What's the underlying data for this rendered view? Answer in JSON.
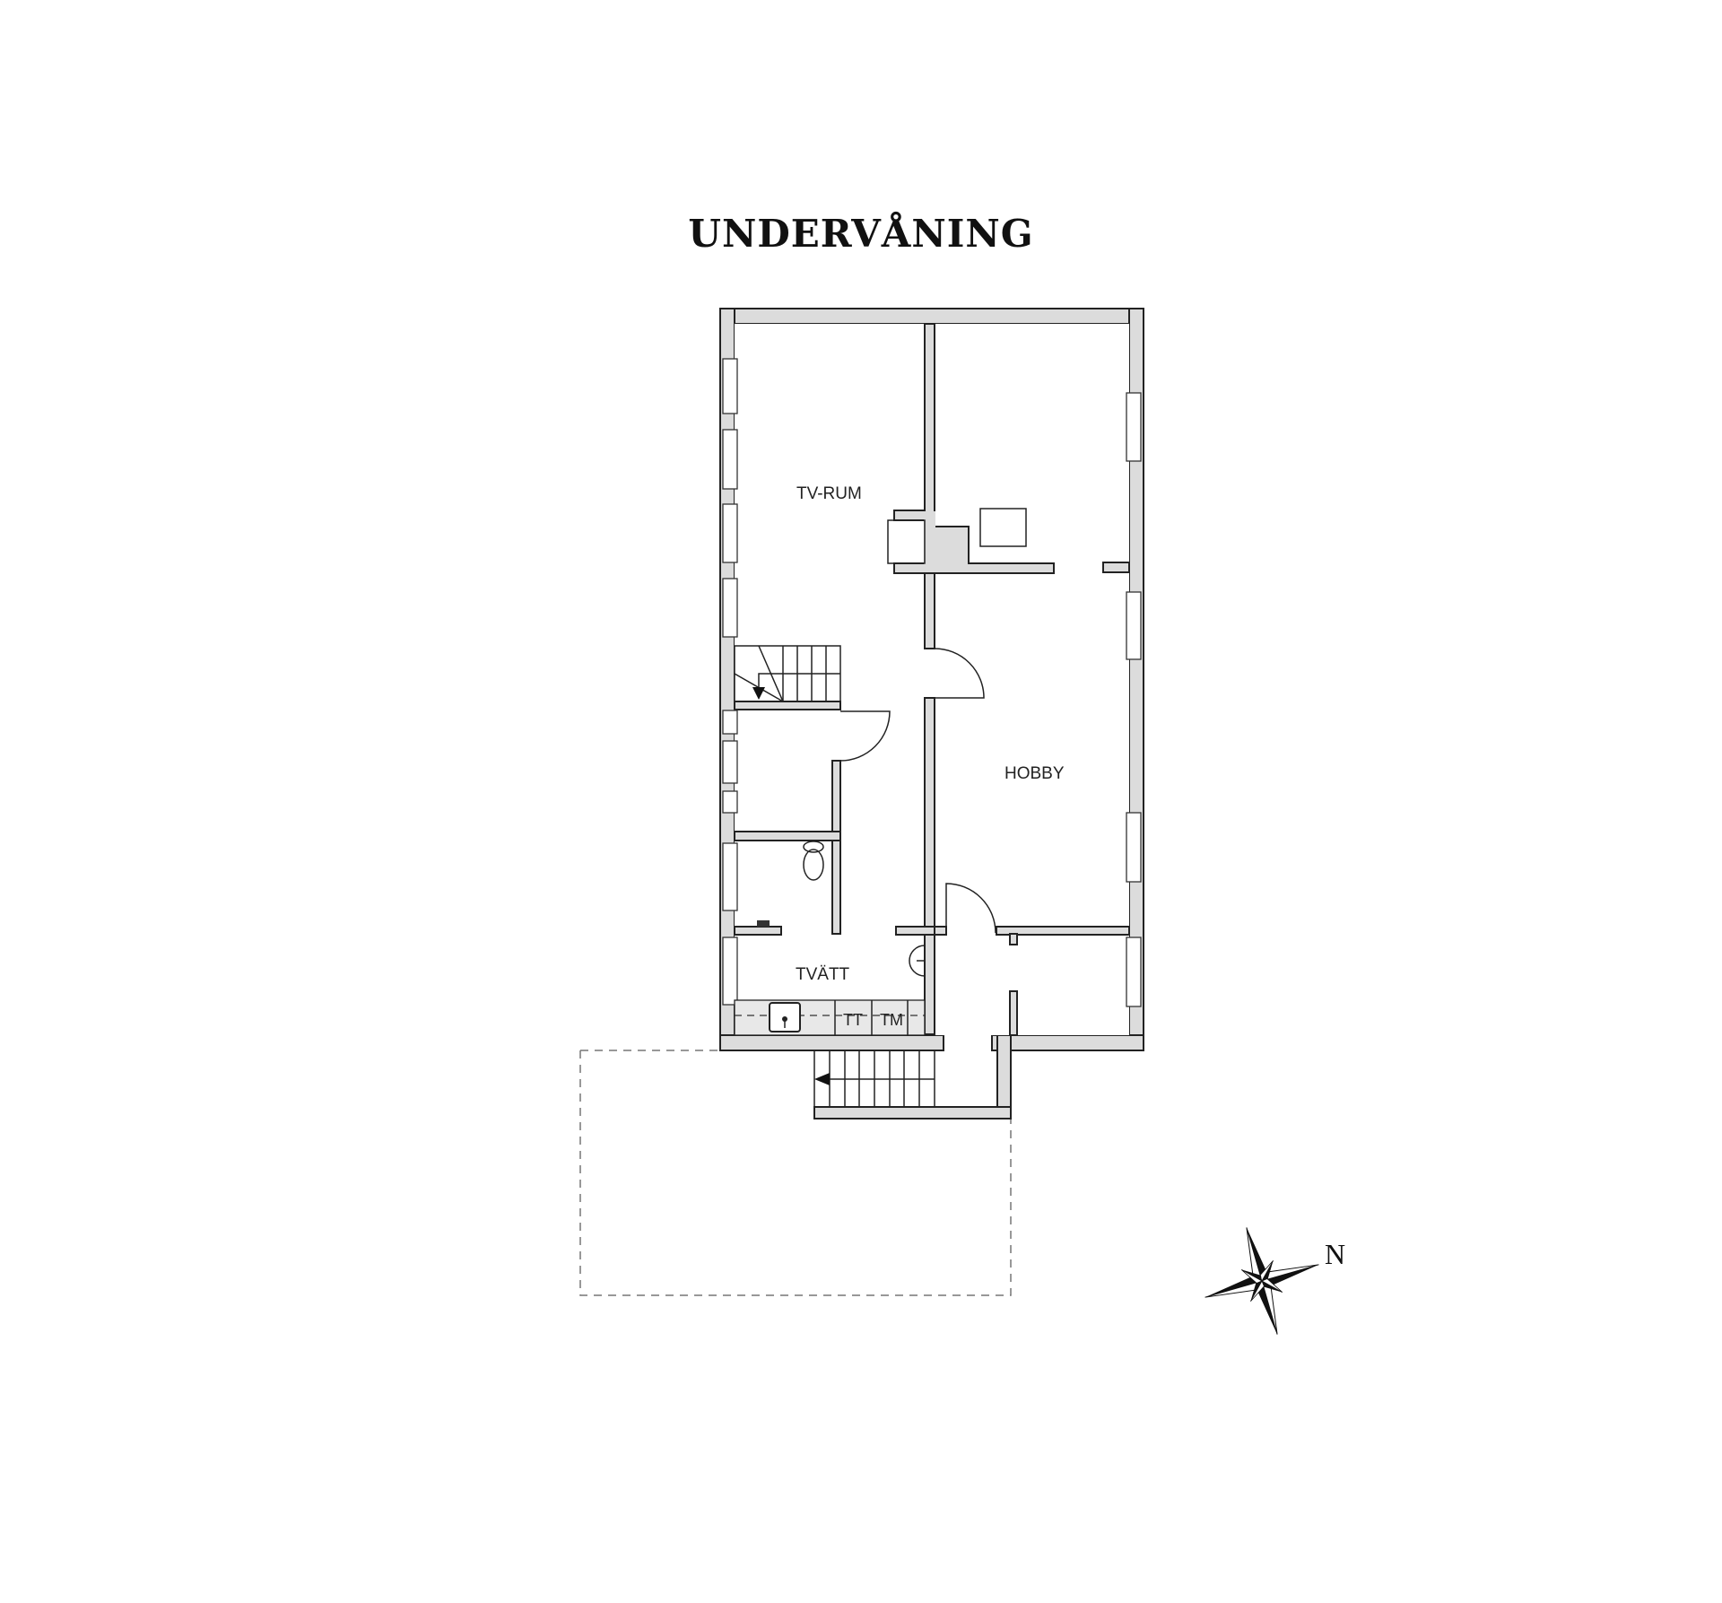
{
  "plan": {
    "title": "UNDERVÅNING",
    "rooms": [
      {
        "id": "tv-rum",
        "label": "TV-RUM"
      },
      {
        "id": "hobby",
        "label": "HOBBY"
      },
      {
        "id": "tvatt",
        "label": "TVÄTT"
      }
    ],
    "appliances": [
      {
        "id": "tumble-dryer",
        "label": "TT"
      },
      {
        "id": "washing-machine",
        "label": "TM"
      }
    ],
    "compass": {
      "label": "N"
    },
    "colors": {
      "wall_fill": "#dcdcdc",
      "line": "#222222",
      "background": "#ffffff"
    }
  }
}
